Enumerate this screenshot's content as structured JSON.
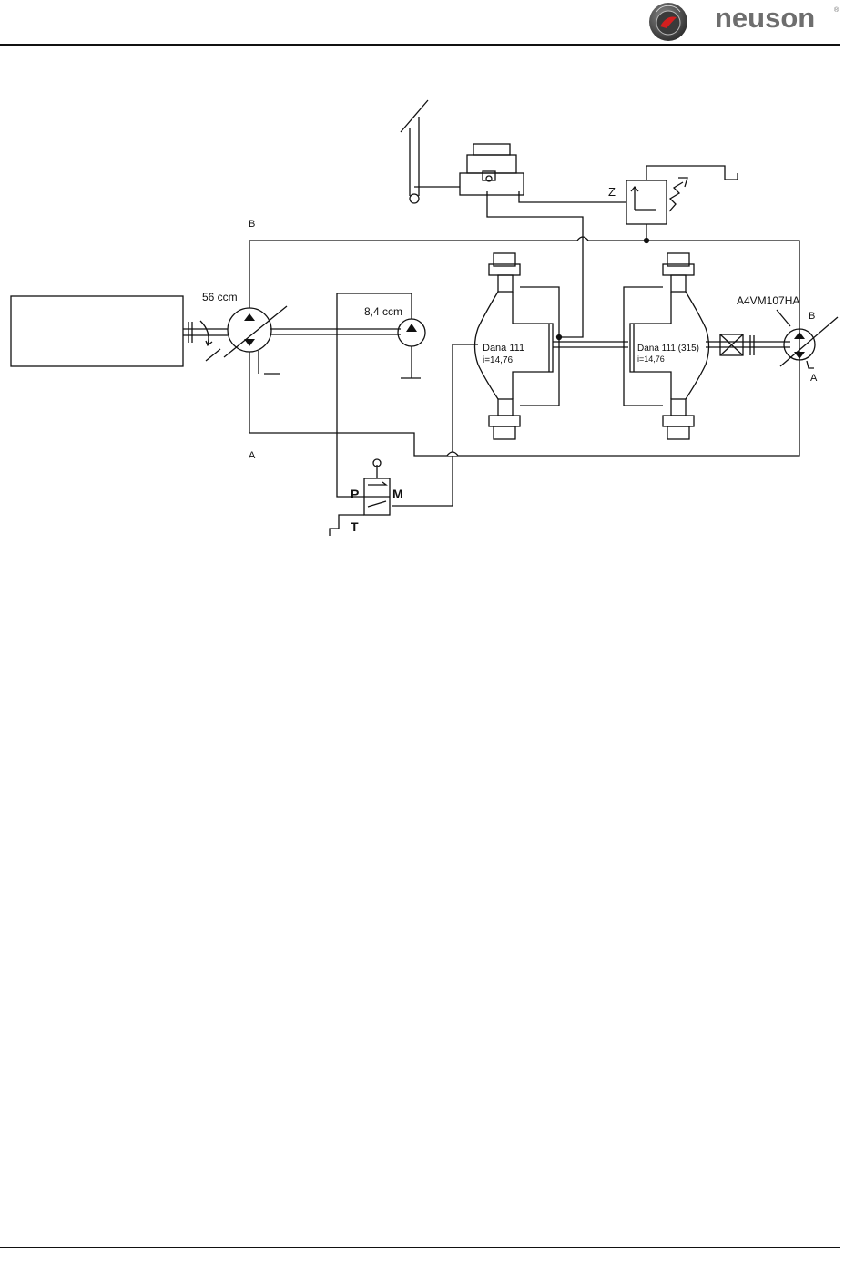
{
  "header": {
    "brand": "neuson",
    "badge_text": "neuson",
    "registered_mark": "®"
  },
  "diagram": {
    "port_b_left": "B",
    "port_a_left": "A",
    "pump_main_label": "56 ccm",
    "pump_aux_label": "8,4 ccm",
    "brake_valve_port": "Z",
    "motor_label": "A4VM107HA",
    "port_b_right": "B",
    "port_a_right": "A",
    "axle_front_name": "Dana 111",
    "axle_front_ratio": "i=14,76",
    "axle_rear_name": "Dana 111 (315)",
    "axle_rear_ratio": "i=14,76",
    "valve_p": "P",
    "valve_m": "M",
    "valve_t": "T"
  }
}
